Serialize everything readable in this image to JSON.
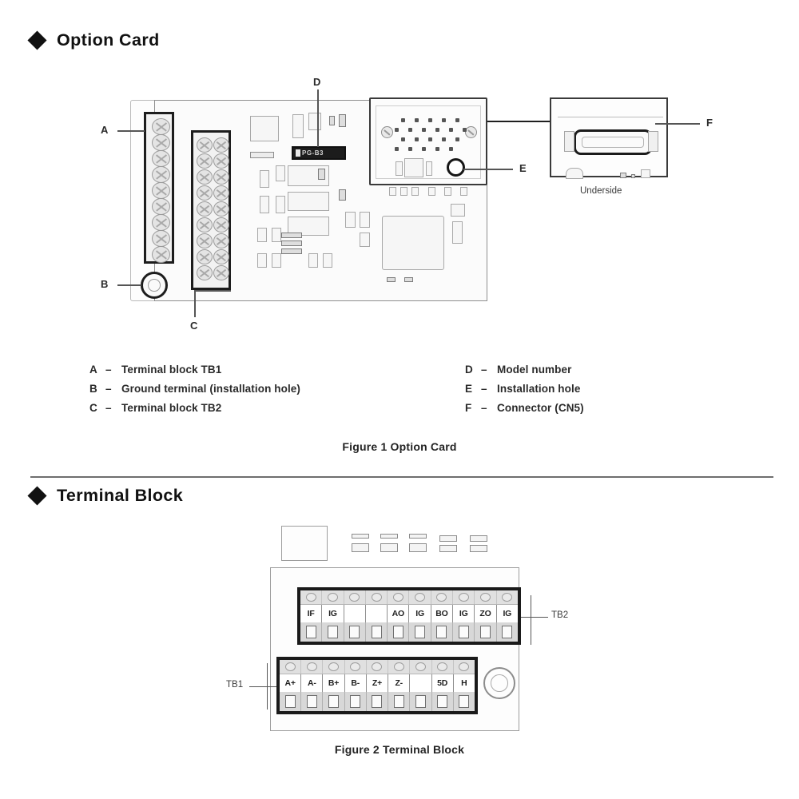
{
  "sections": [
    {
      "id": "option-card",
      "title": "Option Card"
    },
    {
      "id": "terminal-block",
      "title": "Terminal Block"
    }
  ],
  "figure1": {
    "caption": "Figure 1  Option Card",
    "callouts": [
      {
        "key": "A",
        "position": "left-upper"
      },
      {
        "key": "B",
        "position": "left-lower"
      },
      {
        "key": "C",
        "position": "bottom"
      },
      {
        "key": "D",
        "position": "top"
      },
      {
        "key": "E",
        "position": "right-middle"
      },
      {
        "key": "F",
        "position": "right-far"
      }
    ],
    "underside_label": "Underside",
    "model_number_text": "PG-B3",
    "legend_left": [
      {
        "key": "A",
        "dash": "–",
        "text": "Terminal block TB1"
      },
      {
        "key": "B",
        "dash": "–",
        "text": "Ground terminal (installation hole)"
      },
      {
        "key": "C",
        "dash": "–",
        "text": "Terminal block TB2"
      }
    ],
    "legend_right": [
      {
        "key": "D",
        "dash": "–",
        "text": "Model number"
      },
      {
        "key": "E",
        "dash": "–",
        "text": "Installation hole"
      },
      {
        "key": "F",
        "dash": "–",
        "text": "Connector (CN5)"
      }
    ]
  },
  "figure2": {
    "caption": "Figure 2  Terminal Block",
    "tb1": {
      "label": "TB1",
      "terminals": [
        "A+",
        "A-",
        "B+",
        "B-",
        "Z+",
        "Z-",
        "",
        "5D",
        "H"
      ]
    },
    "tb2": {
      "label": "TB2",
      "terminals": [
        "IF",
        "IG",
        "",
        "",
        "AO",
        "IG",
        "BO",
        "IG",
        "ZO",
        "IG"
      ]
    }
  },
  "colors": {
    "ink": "#111111",
    "rule": "#6e6e6e",
    "outline_dark": "#1a1a1a",
    "outline_mid": "#8e8e8e",
    "fill_light": "#f2f2f2"
  }
}
